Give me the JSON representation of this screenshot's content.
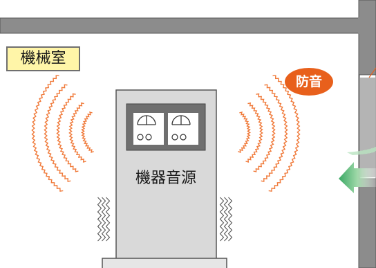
{
  "room": {
    "label": "機械室"
  },
  "badge": {
    "label": "防音"
  },
  "machine": {
    "label": "機器音源"
  },
  "colors": {
    "wall": "#8c8c8c",
    "wall_outline": "#555555",
    "machine_body": "#d9d9d9",
    "panel": "#6f6f6f",
    "sound_wave": "#f07a3a",
    "vibration": "#555555",
    "badge": "#e8601c",
    "label_bg": "#fff5a8",
    "arrow": "#3aa864"
  },
  "icons": [
    "meter-icon",
    "sound-wave-icon",
    "vibration-icon",
    "arrow-left-icon",
    "soundproof-panel-icon"
  ]
}
